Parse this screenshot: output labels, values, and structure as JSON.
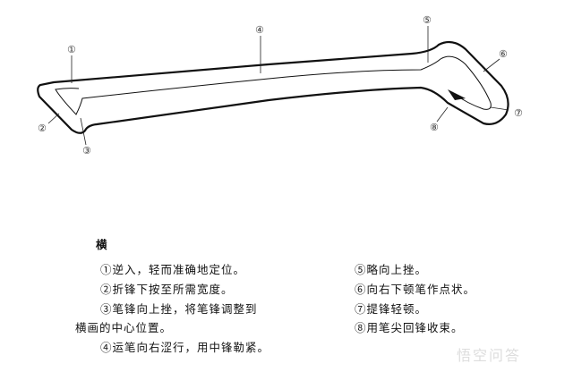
{
  "diagram": {
    "labels": [
      "①",
      "②",
      "③",
      "④",
      "⑤",
      "⑥",
      "⑦",
      "⑧"
    ]
  },
  "text": {
    "title": "横",
    "left_lines": [
      "①逆入，轻而准确地定位。",
      "②折锋下按至所需宽度。",
      "③笔锋向上挫，将笔锋调整到",
      "横画的中心位置。",
      "④运笔向右涩行，用中锋勒紧。"
    ],
    "right_lines": [
      "⑤略向上挫。",
      "⑥向右下顿笔作点状。",
      "⑦提锋轻顿。",
      "⑧用笔尖回锋收束。"
    ]
  },
  "watermark": "悟空问答"
}
